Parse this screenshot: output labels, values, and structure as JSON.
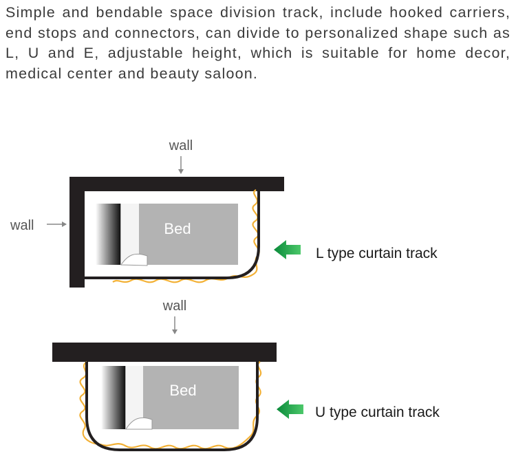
{
  "description": "Simple and bendable space division track, include hooked carriers, end stops and connectors, can divide to personalized shape such as L, U and E, adjustable height, which is suitable for home decor, medical center and beauty saloon.",
  "l_diagram": {
    "wall_top_label": "wall",
    "wall_left_label": "wall",
    "bed_label": "Bed",
    "caption": "L type curtain track"
  },
  "u_diagram": {
    "wall_top_label": "wall",
    "bed_label": "Bed",
    "caption": "U type curtain track"
  },
  "colors": {
    "wall": "#231f20",
    "curtain": "#f2b035",
    "bed": "#b3b3b3",
    "arrow": "#1aa34a",
    "label_arrow": "#888888"
  }
}
